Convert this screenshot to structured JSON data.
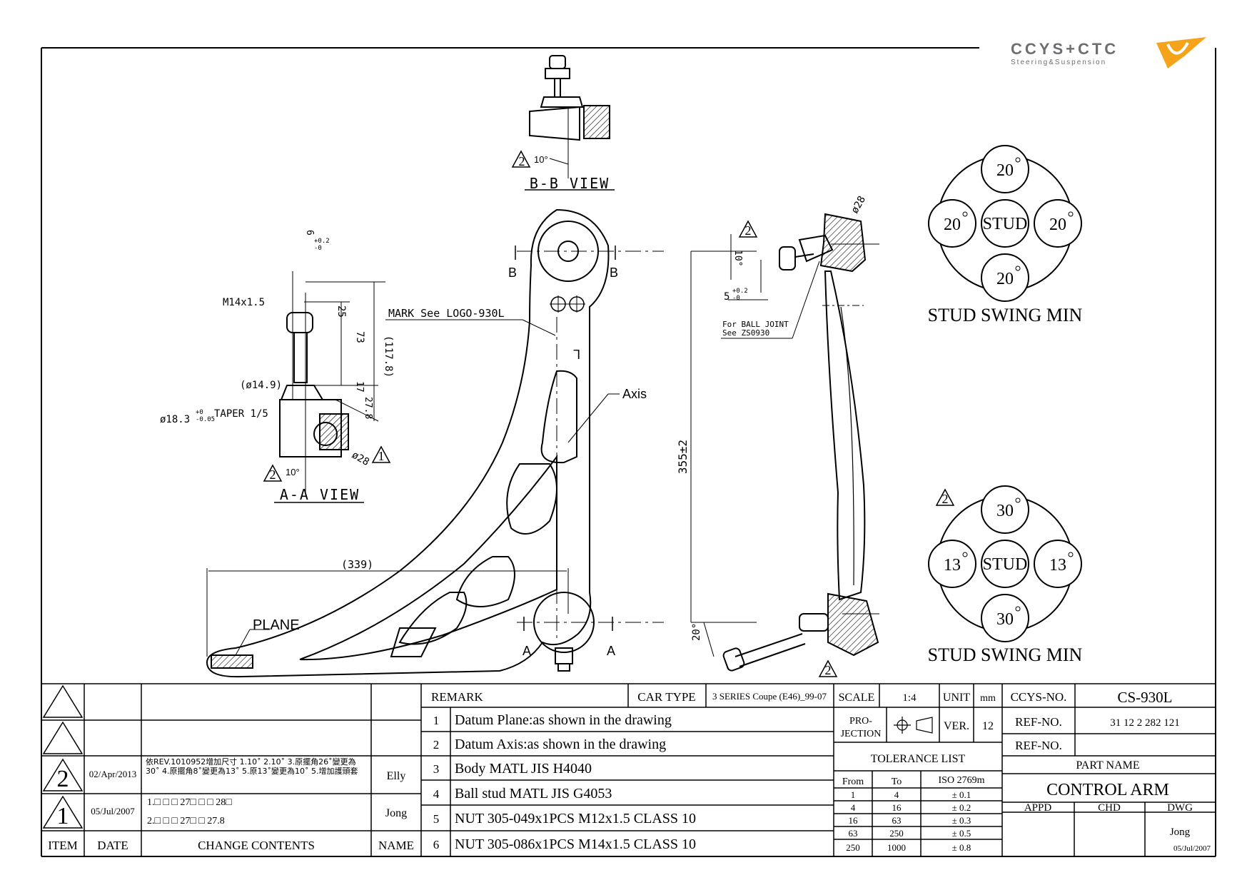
{
  "logo": {
    "brand": "CCYS+CTC",
    "tagline": "Steering&Suspension"
  },
  "views": {
    "bb": {
      "title": "B-B VIEW",
      "angle": "10°",
      "rev_mark": "2"
    },
    "aa": {
      "title": "A-A VIEW",
      "angle": "10°",
      "rev_mark": "2",
      "rev_mark_ball": "1",
      "thread": "M14x1.5",
      "dim_6": "6",
      "tol_6_upper": "+0.2",
      "tol_6_lower": "-0",
      "dim_25": "25",
      "dim_73": "73",
      "dim_117_8": "(117.8)",
      "dim_14_9": "(ø14.9)",
      "dim_18_3": "ø18.3",
      "tol_18_3_upper": "+0",
      "tol_18_3_lower": "-0.05",
      "taper": "TAPER 1/5",
      "dim_17": "17",
      "dim_27_8": "27.8",
      "dim_28": "ø28"
    }
  },
  "front": {
    "mark_note": "MARK See LOGO-930L",
    "axis": "Axis",
    "plane": "PLANE",
    "dim_339": "(339)",
    "section_a": "A",
    "section_b": "B",
    "axis_symbol": "L"
  },
  "side": {
    "dim_355": "355±2",
    "dim_28": "ø28",
    "dim_10": "10°",
    "dim_5": "5",
    "tol_5_upper": "+0.2",
    "tol_5_lower": "-0",
    "note_line1": "For BALL JOINT",
    "note_line2": "See ZS0930",
    "angle_20": "20°",
    "rev_mark_top": "2",
    "rev_mark_bottom": "2"
  },
  "swing1": {
    "top": "20",
    "left": "20",
    "center": "STUD",
    "right": "20",
    "bottom": "20",
    "caption": "STUD SWING MIN"
  },
  "swing2": {
    "top": "30",
    "left": "13",
    "center": "STUD",
    "right": "13",
    "bottom": "30",
    "caption": "STUD SWING MIN",
    "rev_mark": "2"
  },
  "revisions": [
    {
      "mark": "",
      "date": "",
      "content": "",
      "name": ""
    },
    {
      "mark": "",
      "date": "",
      "content": "",
      "name": ""
    },
    {
      "mark": "2",
      "date": "02/Apr/2013",
      "content": "依REV.1010952增加尺寸 1.10˚ 2.10˚ 3.原擺角26˚變更為30˚ 4.原擺角8˚變更為13˚ 5.原13˚變更為10˚ 5.增加護頭套",
      "name": "Elly"
    },
    {
      "mark": "1",
      "date": "05/Jul/2007",
      "content_line1": "1.□ □ □ 27□ □ □ 28□",
      "content_line2": "2.□ □ □ 27□ □ 27.8",
      "name": "Jong"
    }
  ],
  "rev_header": {
    "item": "ITEM",
    "date": "DATE",
    "change": "CHANGE CONTENTS",
    "name": "NAME"
  },
  "remarks": {
    "header": "REMARK",
    "items": [
      {
        "no": "1",
        "text": "Datum Plane:as shown in the drawing"
      },
      {
        "no": "2",
        "text": "Datum Axis:as shown in the drawing"
      },
      {
        "no": "3",
        "text": "Body MATL JIS H4040"
      },
      {
        "no": "4",
        "text": "Ball stud MATL JIS G4053"
      },
      {
        "no": "5",
        "text": "NUT 305-049x1PCS M12x1.5 CLASS 10"
      },
      {
        "no": "6",
        "text": "NUT 305-086x1PCS M14x1.5 CLASS 10"
      }
    ]
  },
  "title_block": {
    "car_type_label": "CAR TYPE",
    "car_type": "3 SERIES Coupe (E46)_99-07",
    "scale_label": "SCALE",
    "scale": "1:4",
    "unit_label": "UNIT",
    "unit": "mm",
    "projection_label_1": "PRO-",
    "projection_label_2": "JECTION",
    "ver_label": "VER.",
    "ver": "12",
    "ccys_no_label": "CCYS-NO.",
    "ccys_no": "CS-930L",
    "ref_no_label": "REF-NO.",
    "ref_no": "31 12 2 282 121",
    "ref_no_label_2": "REF-NO.",
    "ref_no_2": "",
    "part_name_label": "PART NAME",
    "part_name": "CONTROL ARM",
    "appd": "APPD",
    "chd": "CHD",
    "dwg": "DWG",
    "dwg_name": "Jong",
    "dwg_date": "05/Jul/2007"
  },
  "tolerance": {
    "title": "TOLERANCE LIST",
    "headers": [
      "From",
      "To",
      "ISO 2769m"
    ],
    "rows": [
      [
        "1",
        "4",
        "± 0.1"
      ],
      [
        "4",
        "16",
        "± 0.2"
      ],
      [
        "16",
        "63",
        "± 0.3"
      ],
      [
        "63",
        "250",
        "± 0.5"
      ],
      [
        "250",
        "1000",
        "± 0.8"
      ]
    ]
  },
  "colors": {
    "logo_accent": "#f5a31a",
    "logo_grey": "#6d6e71"
  }
}
